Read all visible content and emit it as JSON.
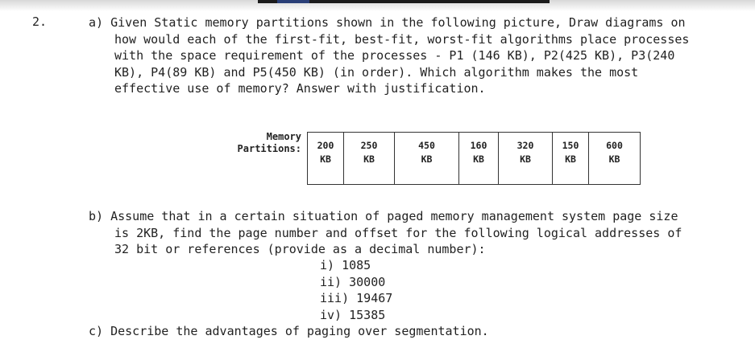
{
  "question_number": "2.",
  "part_a": {
    "lines": [
      "a) Given Static memory partitions shown in the following picture, Draw diagrams on",
      "how would each of the first-fit, best-fit, worst-fit algorithms place processes",
      "with the space requirement of the processes - P1 (146 KB), P2(425 KB), P3(240",
      "KB), P4(89 KB) and P5(450 KB) (in order). Which algorithm makes the most",
      "effective use of memory? Answer with justification."
    ]
  },
  "memory_table": {
    "label_line1": "Memory",
    "label_line2": "Partitions:",
    "partitions": [
      {
        "size": "200",
        "unit": "KB"
      },
      {
        "size": "250",
        "unit": "KB"
      },
      {
        "size": "450",
        "unit": "KB"
      },
      {
        "size": "160",
        "unit": "KB"
      },
      {
        "size": "320",
        "unit": "KB"
      },
      {
        "size": "150",
        "unit": "KB"
      },
      {
        "size": "600",
        "unit": "KB"
      }
    ]
  },
  "part_b": {
    "lines": [
      "b)  Assume that in a certain situation of paged memory management system page size",
      "is 2KB, find the page number and offset for the following logical addresses of",
      "32 bit or references (provide as a decimal number):"
    ],
    "items": [
      "i) 1085",
      "ii) 30000",
      "iii) 19467",
      "iv) 15385"
    ]
  },
  "part_c": {
    "text": "c) Describe the advantages of paging over segmentation."
  },
  "colors": {
    "text": "#222222",
    "top_bar": "#1c1c1c",
    "top_bar_accent": "#2a3f77"
  }
}
